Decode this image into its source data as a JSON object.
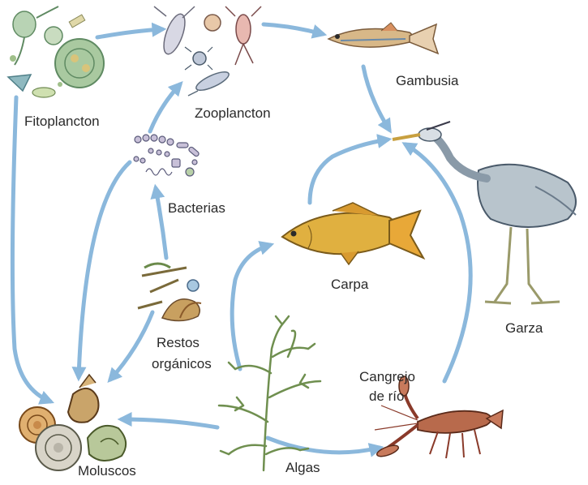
{
  "colors": {
    "arrow": "#8bb8dc",
    "label": "#2a2a2a",
    "plankton": "#7fa88a",
    "fish": "#e0b040",
    "heron": "#b8c4cc",
    "crayfish": "#b86a4c",
    "algae": "#6f8f4f",
    "snail": "#c9a46a"
  },
  "labels": {
    "fitoplancton": "Fitoplancton",
    "zooplancton": "Zooplancton",
    "gambusia": "Gambusia",
    "bacterias": "Bacterias",
    "carpa": "Carpa",
    "garza": "Garza",
    "restos_line1": "Restos",
    "restos_line2": "orgánicos",
    "cangrejo_line1": "Cangrejo",
    "cangrejo_line2": "de río",
    "moluscos": "Moluscos",
    "algas": "Algas"
  }
}
